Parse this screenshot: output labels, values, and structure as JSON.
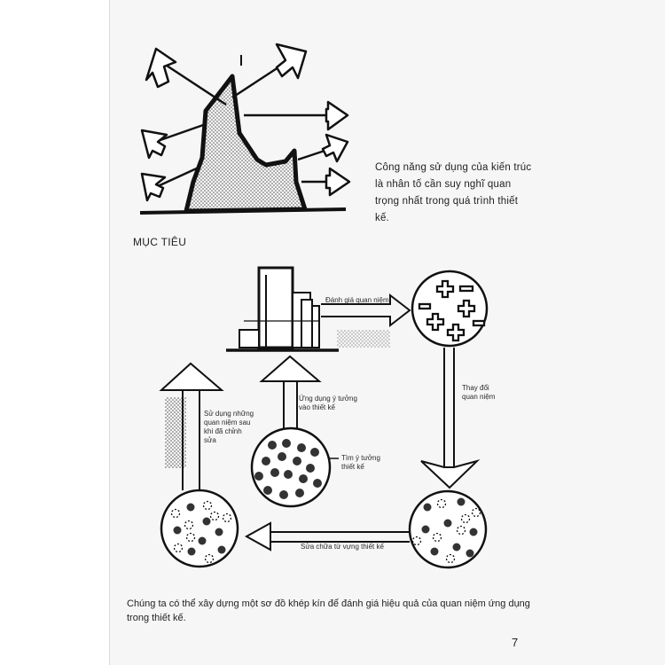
{
  "intro_caption": "Công năng sử dụng của kiến trúc là nhân tố cần suy nghĩ quan trọng nhất trong quá trình thiết kế.",
  "section_title": "MỤC TIÊU",
  "cycle": {
    "evaluate_label": "Đánh giá quan niệm",
    "change_label": "Thay đổi quan niệm",
    "apply_label": "Ứng dụng ý tưởng vào thiết kế",
    "find_label": "Tìm ý tưởng thiết kế",
    "use_revised_label": "Sử dụng những quan niệm sau khi đã chỉnh sửa",
    "fix_vocab_label": "Sửa chữa từ vựng thiết kế"
  },
  "conclusion_text": "Chúng ta có thể xây dựng một sơ đồ khép kín để đánh giá hiệu quả của quan niệm ứng dụng trong thiết kế.",
  "page_number": "7"
}
